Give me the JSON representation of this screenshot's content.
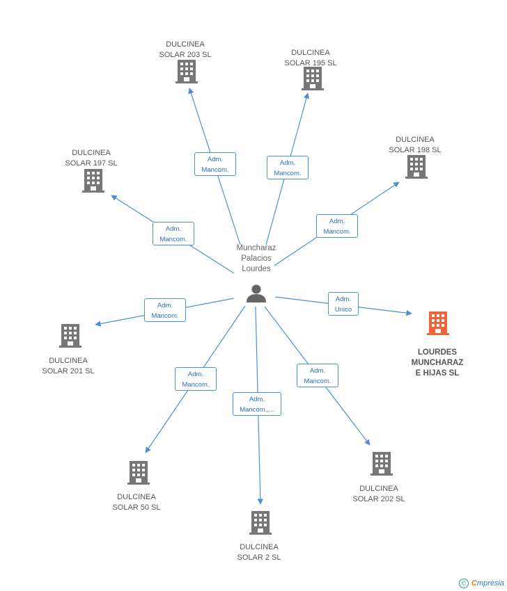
{
  "person": {
    "label": "Muncharaz\nPalacios\nLourdes",
    "icon": "person-icon"
  },
  "companies": [
    {
      "id": "c203",
      "label": "DULCINEA\nSOLAR 203 SL",
      "icon": "building-icon",
      "color": "#777777"
    },
    {
      "id": "c195",
      "label": "DULCINEA\nSOLAR 195 SL",
      "icon": "building-icon",
      "color": "#777777"
    },
    {
      "id": "c198",
      "label": "DULCINEA\nSOLAR 198 SL",
      "icon": "building-icon",
      "color": "#777777"
    },
    {
      "id": "c197",
      "label": "DULCINEA\nSOLAR 197 SL",
      "icon": "building-icon",
      "color": "#777777"
    },
    {
      "id": "clm",
      "label": "LOURDES\nMUNCHARAZ\nE HIJAS SL",
      "icon": "building-icon",
      "color": "#f0643a",
      "highlight": true
    },
    {
      "id": "c201",
      "label": "DULCINEA\nSOLAR 201 SL",
      "icon": "building-icon",
      "color": "#777777"
    },
    {
      "id": "c50",
      "label": "DULCINEA\nSOLAR 50 SL",
      "icon": "building-icon",
      "color": "#777777"
    },
    {
      "id": "c2",
      "label": "DULCINEA\nSOLAR 2 SL",
      "icon": "building-icon",
      "color": "#777777"
    },
    {
      "id": "c202",
      "label": "DULCINEA\nSOLAR 202 SL",
      "icon": "building-icon",
      "color": "#777777"
    }
  ],
  "relations": [
    {
      "target": "c203",
      "label": "Adm.\nMancom."
    },
    {
      "target": "c195",
      "label": "Adm.\nMancom."
    },
    {
      "target": "c198",
      "label": "Adm.\nMancom."
    },
    {
      "target": "c197",
      "label": "Adm.\nMancom."
    },
    {
      "target": "clm",
      "label": "Adm.\nUnico"
    },
    {
      "target": "c201",
      "label": "Adm.\nMancom."
    },
    {
      "target": "c50",
      "label": "Adm.\nMancom."
    },
    {
      "target": "c2",
      "label": "Adm.\nMancom.,..."
    },
    {
      "target": "c202",
      "label": "Adm.\nMancom."
    }
  ],
  "colors": {
    "edge": "#4a8fd8",
    "building": "#777777",
    "building_highlight": "#f0643a"
  },
  "footer": {
    "copyright": "©",
    "brand_first": "C",
    "brand_rest": "mpresia"
  }
}
